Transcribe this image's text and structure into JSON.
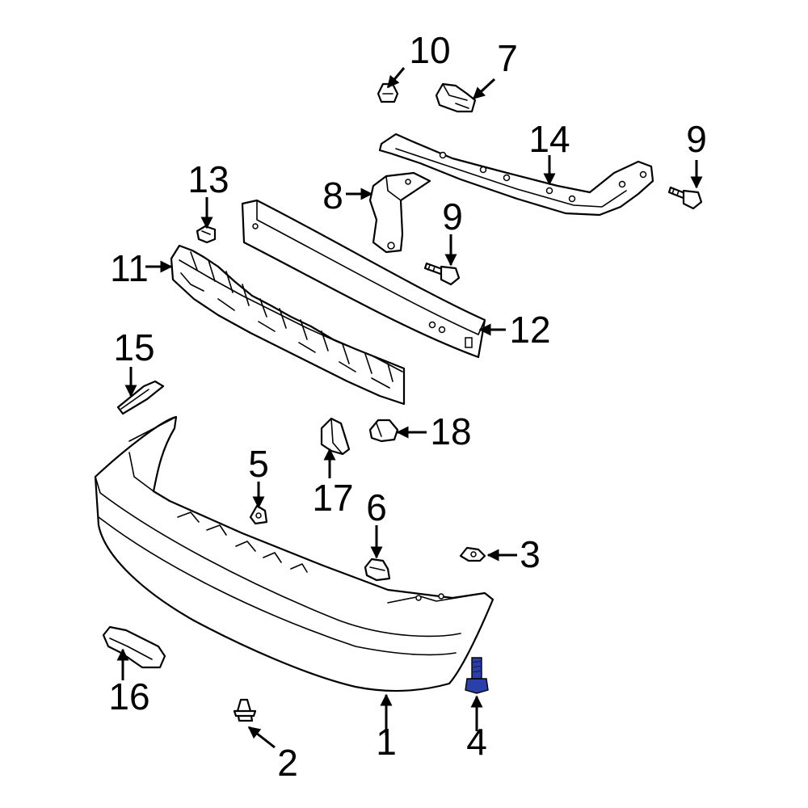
{
  "callouts": [
    {
      "id": "c1",
      "label": "1"
    },
    {
      "id": "c2",
      "label": "2"
    },
    {
      "id": "c3",
      "label": "3"
    },
    {
      "id": "c4",
      "label": "4"
    },
    {
      "id": "c5",
      "label": "5"
    },
    {
      "id": "c6",
      "label": "6"
    },
    {
      "id": "c7",
      "label": "7"
    },
    {
      "id": "c8",
      "label": "8"
    },
    {
      "id": "c9a",
      "label": "9"
    },
    {
      "id": "c9b",
      "label": "9"
    },
    {
      "id": "c10",
      "label": "10"
    },
    {
      "id": "c11",
      "label": "11"
    },
    {
      "id": "c12",
      "label": "12"
    },
    {
      "id": "c13",
      "label": "13"
    },
    {
      "id": "c14",
      "label": "14"
    },
    {
      "id": "c15",
      "label": "15"
    },
    {
      "id": "c16",
      "label": "16"
    },
    {
      "id": "c17",
      "label": "17"
    },
    {
      "id": "c18",
      "label": "18"
    }
  ],
  "colors": {
    "line": "#000000",
    "background": "#ffffff",
    "highlight": "#2b3fa8"
  }
}
